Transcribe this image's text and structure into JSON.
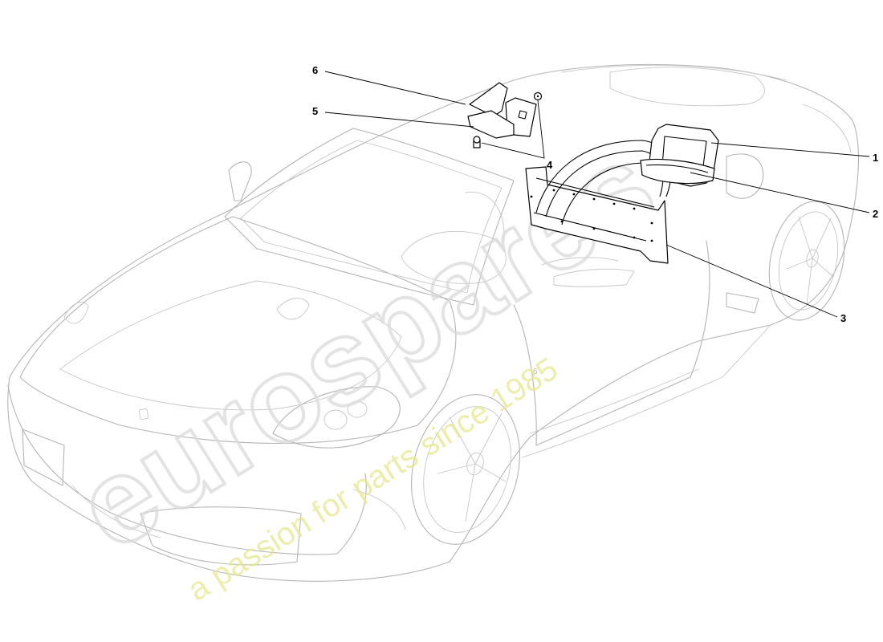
{
  "callouts": [
    {
      "id": "6",
      "label": "6"
    },
    {
      "id": "5",
      "label": "5"
    },
    {
      "id": "4",
      "label": "4"
    },
    {
      "id": "1",
      "label": "1"
    },
    {
      "id": "2",
      "label": "2"
    },
    {
      "id": "3",
      "label": "3"
    }
  ],
  "watermark": {
    "logo": "eurospares",
    "tagline": "a passion for parts since 1985",
    "color": "#e7e78f"
  },
  "badge_glyph": "6"
}
